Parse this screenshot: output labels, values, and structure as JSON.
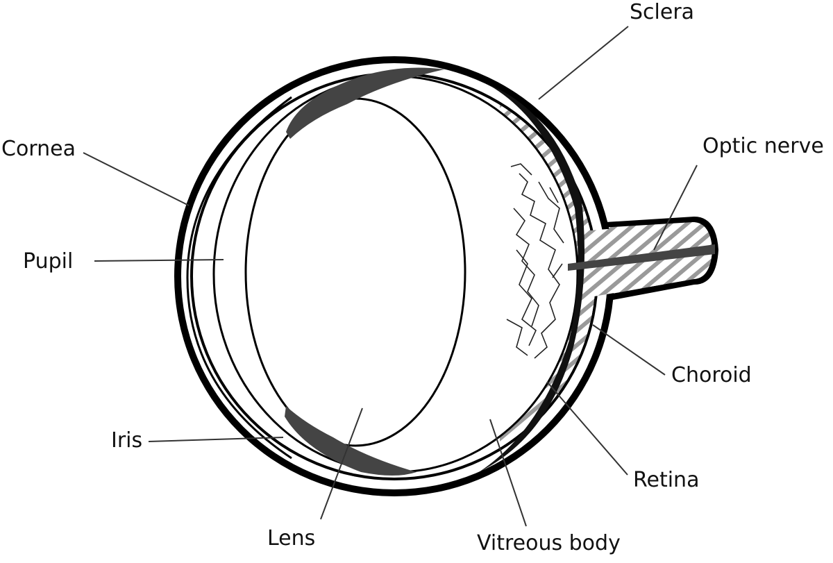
{
  "labels": {
    "sclera": "Sclera",
    "optic_nerve": "Optic nerve",
    "cornea": "Cornea",
    "pupil": "Pupil",
    "choroid": "Choroid",
    "iris": "Iris",
    "retina": "Retina",
    "lens": "Lens",
    "vitreous_body": "Vitreous body"
  },
  "colors": {
    "outline": "#000000",
    "fill": "#ffffff",
    "iris": "#444444",
    "hatch": "#9a9a9a",
    "leader": "#333333"
  }
}
